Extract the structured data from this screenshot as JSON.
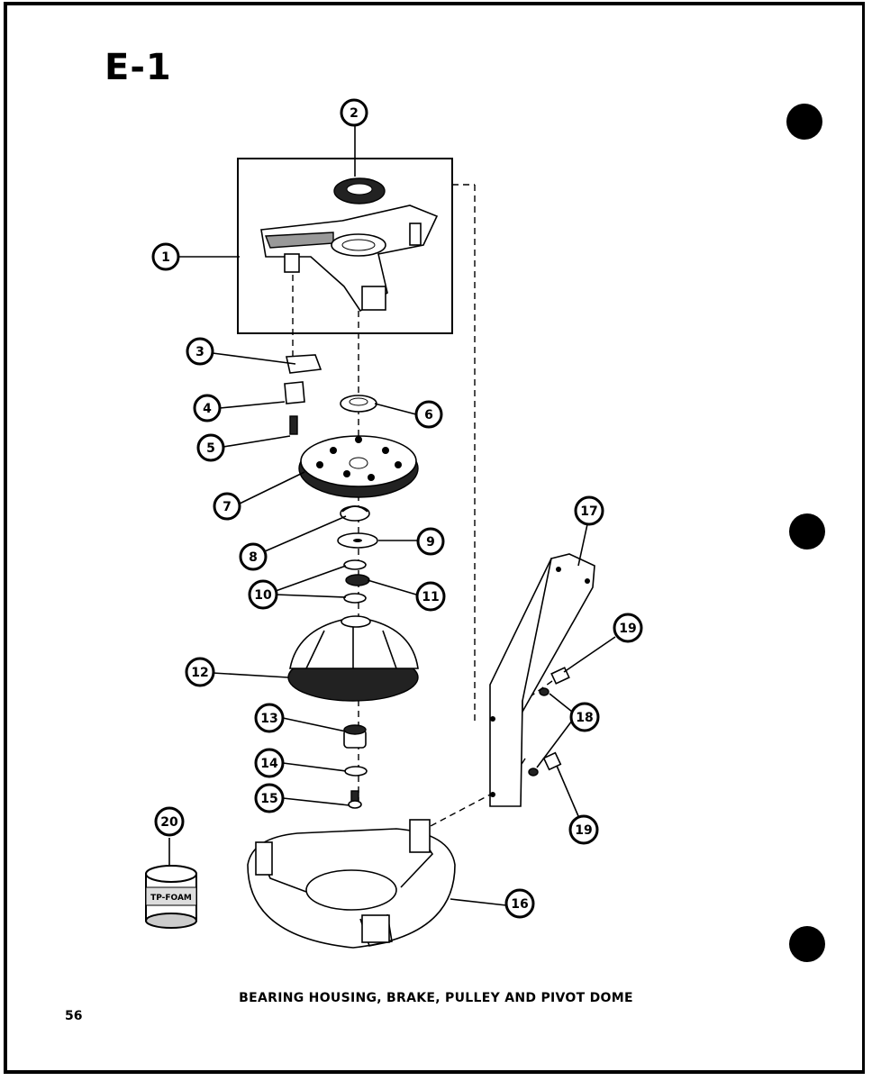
{
  "page": {
    "section_code": "E-1",
    "caption": "BEARING HOUSING, BRAKE, PULLEY AND PIVOT DOME",
    "page_number": "56"
  },
  "can_label": "TP-FOAM",
  "callouts": [
    "1",
    "2",
    "3",
    "4",
    "5",
    "6",
    "7",
    "8",
    "9",
    "10",
    "11",
    "12",
    "13",
    "14",
    "15",
    "16",
    "17",
    "18",
    "19",
    "20"
  ]
}
